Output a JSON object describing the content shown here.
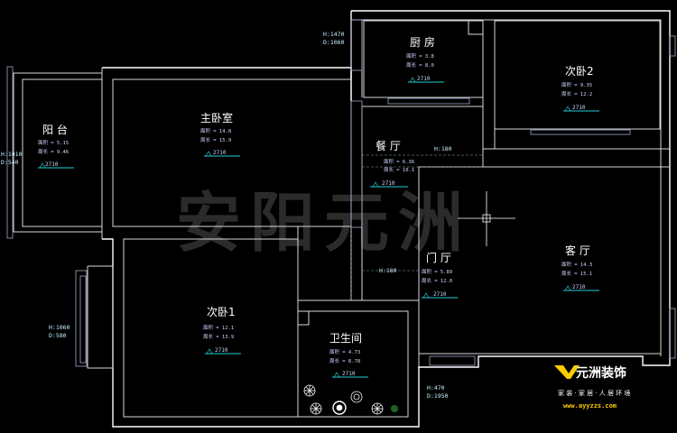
{
  "watermark": "安阳元洲",
  "rooms": {
    "balcony": {
      "name": "阳 台",
      "area": "面积 = 5.15",
      "perimeter": "周长 = 9.46",
      "height": "2710"
    },
    "master": {
      "name": "主卧室",
      "area": "面积 = 14.8",
      "perimeter": "周长 = 15.9",
      "height": "2710"
    },
    "kitchen": {
      "name": "厨 房",
      "area": "面积 = 3.8",
      "perimeter": "周长 = 8.0",
      "height": "2710"
    },
    "bedroom2": {
      "name": "次卧2",
      "area": "面积 = 9.35",
      "perimeter": "周长 = 12.2",
      "height": "2710"
    },
    "dining": {
      "name": "餐 厅",
      "area": "面积 = 6.36",
      "perimeter": "周长 = 10.1",
      "height": "2710"
    },
    "living": {
      "name": "客 厅",
      "area": "面积 = 14.3",
      "perimeter": "周长 = 15.1",
      "height": "2710"
    },
    "foyer": {
      "name": "门 厅",
      "area": "面积 = 5.89",
      "perimeter": "周长 = 12.0",
      "height": "2710"
    },
    "bedroom1": {
      "name": "次卧1",
      "area": "面积 = 12.1",
      "perimeter": "周长 = 13.9",
      "height": "2710"
    },
    "bathroom": {
      "name": "卫生间",
      "area": "面积 = 4.73",
      "perimeter": "周长 = 8.78",
      "height": "2710"
    }
  },
  "annotations": {
    "kitchen_win_h": "H:1470",
    "kitchen_win_d": "D:1060",
    "balcony_h": "H:1010",
    "balcony_d": "D:540",
    "bedroom1_win_h": "H:1060",
    "bedroom1_win_d": "D:580",
    "dining_h": "H:180",
    "foyer_h": "H:180",
    "entry_h": "H:470",
    "entry_d": "D:1950"
  },
  "logo": {
    "name": "元洲装饰",
    "tagline": "家 装 · 家 居 · 人 居 环 境",
    "url": "www.ayyzzs.com"
  }
}
